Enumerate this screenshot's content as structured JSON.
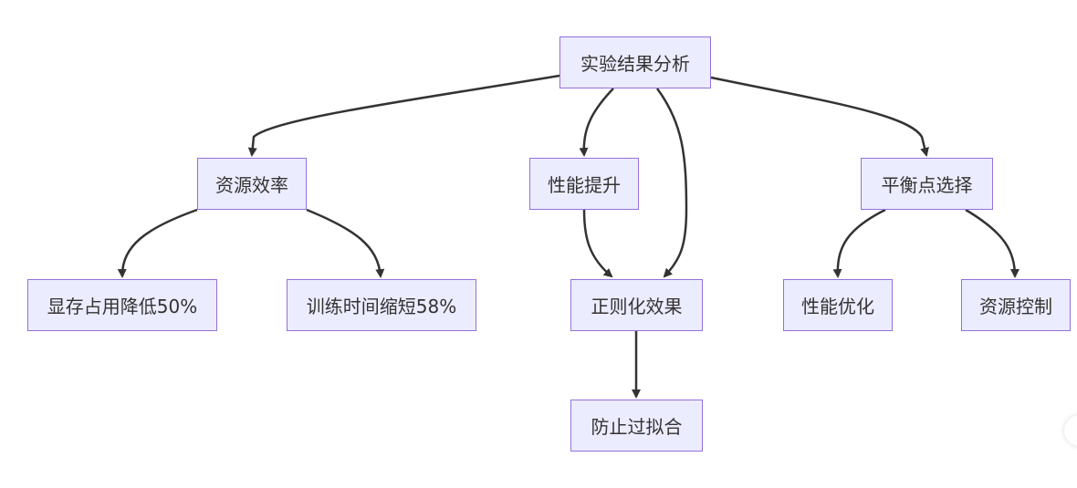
{
  "nodes": {
    "root": "实验结果分析",
    "resource_efficiency": "资源效率",
    "performance_gain": "性能提升",
    "balance_choice": "平衡点选择",
    "memory_reduction": "显存占用降低50%",
    "training_time": "训练时间缩短58%",
    "regularization": "正则化效果",
    "performance_opt": "性能优化",
    "resource_control": "资源控制",
    "overfitting": "防止过拟合"
  },
  "colors": {
    "node_fill": "#ececff",
    "node_border": "#9370db",
    "edge": "#333333",
    "text": "#333333"
  }
}
